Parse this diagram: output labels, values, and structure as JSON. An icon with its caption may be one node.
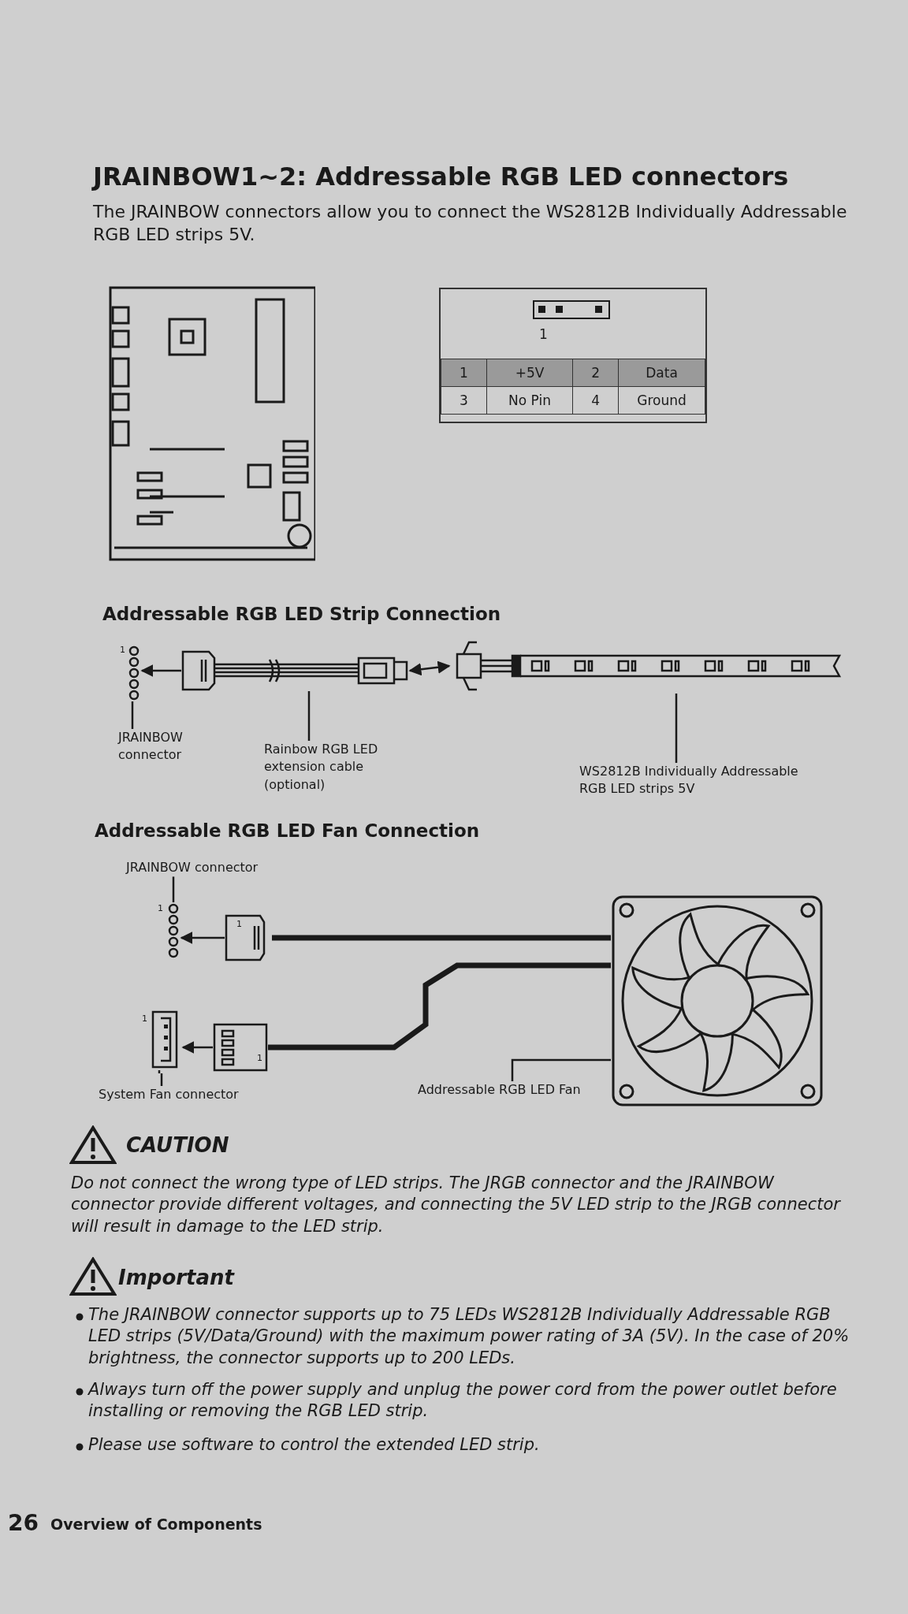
{
  "diagram": {
    "title": "JRAINBOW1~2: Addressable RGB LED connectors",
    "nodes": [
      {
        "text": [
          "JRAINBOW connector"
        ]
      },
      {
        "text": [],
        "shape": "picture",
        "beside": [
          "1"
        ]
      },
      {
        "text": [],
        "shape": "picture"
      },
      {
        "text": [
          "Rainbow RGB LED extension cable (optional)"
        ]
      },
      {
        "text": [],
        "shape": "picture"
      },
      {
        "text": [
          "WS2812B Individually Addressable RGB LED strips 5V"
        ]
      },
      {
        "text": [
          "JRAINBOW connector"
        ]
      },
      {
        "text": [],
        "shape": "picture",
        "beside": [
          "1"
        ]
      },
      {
        "text": [
          "1"
        ]
      },
      {
        "text": [],
        "shape": "picture",
        "beside": [
          "1"
        ]
      },
      {
        "text": [
          "1"
        ]
      },
      {
        "text": [],
        "shape": "picture"
      },
      {
        "text": [
          "System Fan connector"
        ]
      },
      {
        "text": [
          "Addressable RGB LED Fan"
        ]
      }
    ],
    "edges": [
      {
        "from": 0,
        "to": 1,
        "arrow": "none"
      },
      {
        "from": 2,
        "to": 1,
        "arrow": "to"
      },
      {
        "from": 3,
        "to": 2,
        "arrow": "none"
      },
      {
        "from": 2,
        "to": 4,
        "arrow": "both"
      },
      {
        "from": 5,
        "to": 4,
        "arrow": "none"
      },
      {
        "from": 6,
        "to": 7,
        "arrow": "none"
      },
      {
        "from": 8,
        "to": 7,
        "arrow": "to"
      },
      {
        "from": 10,
        "to": 9,
        "arrow": "to"
      },
      {
        "from": 12,
        "to": 9,
        "arrow": "none"
      },
      {
        "from": 13,
        "to": 11,
        "arrow": "none"
      },
      {
        "from": 8,
        "to": 11,
        "arrow": "none",
        "style": "thick"
      },
      {
        "from": 10,
        "to": 11,
        "arrow": "none",
        "style": "thick"
      }
    ],
    "labels": [
      "The JRAINBOW connectors allow you to connect the WS2812B Individually Addressable RGB LED strips 5V.",
      "1",
      "1",
      "+5V",
      "2",
      "Data",
      "3",
      "No Pin",
      "4",
      "Ground",
      "Addressable RGB LED Strip Connection",
      "Addressable RGB LED Fan Connection",
      "CAUTION",
      "Do not connect the wrong type of LED strips. The JRGB connector and the JRAINBOW connector provide different voltages, and connecting the 5V LED strip to the JRGB connector will result in damage to the LED strip.",
      "Important",
      "The JRAINBOW connector supports up to 75 LEDs WS2812B Individually Addressable RGB LED strips (5V/Data/Ground) with the maximum power rating of 3A (5V). In the case of 20% brightness, the connector supports up to 200 LEDs.",
      "Always turn off the power supply and unplug the power cord from the power outlet before installing or removing the RGB LED strip.",
      "Please use software to control the extended LED strip.",
      "26",
      "Overview of Components"
    ]
  }
}
